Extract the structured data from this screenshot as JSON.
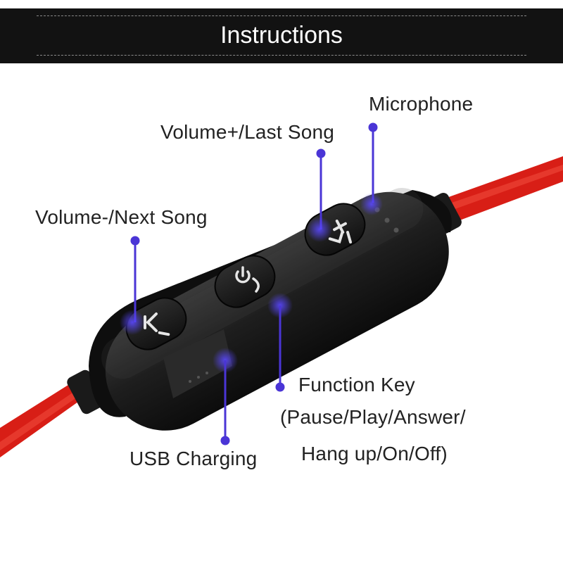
{
  "header": {
    "title": "Instructions"
  },
  "labels": {
    "microphone": "Microphone",
    "volume_up": "Volume+/Last Song",
    "volume_down": "Volume-/Next Song",
    "function_key": "Function Key",
    "function_key_line2": "(Pause/Play/Answer/",
    "function_key_line3": "Hang up/On/Off)",
    "usb_charging": "USB Charging"
  },
  "colors": {
    "header_background": "#121212",
    "cable": "#e0241c",
    "remote_body": "#1e1e1e",
    "pointer": "#4a35d6"
  },
  "icons": {
    "volume_up_button": "plus-skip-icon",
    "power_button": "power-phone-icon",
    "volume_down_button": "skip-back-minus-icon"
  }
}
